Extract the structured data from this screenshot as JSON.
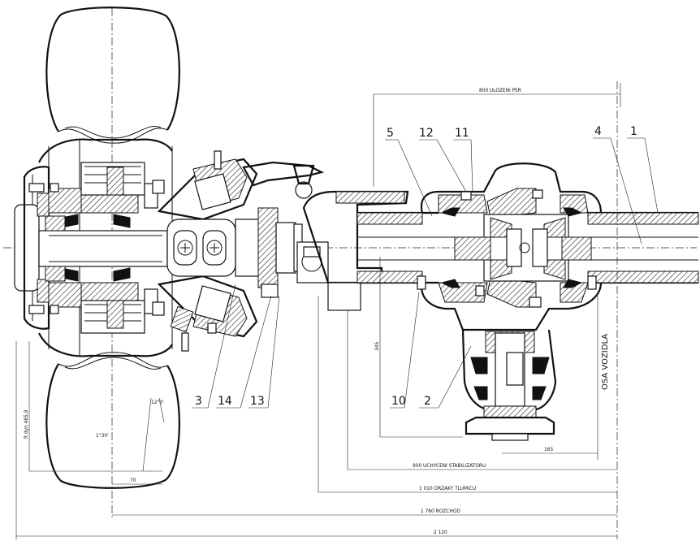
{
  "callouts": {
    "c1": "1",
    "c2": "2",
    "c3": "3",
    "c4": "4",
    "c5": "5",
    "c10": "10",
    "c11": "11",
    "c12": "12",
    "c13": "13",
    "c14": "14"
  },
  "dimensions": {
    "spring_mount": "800 ULOZENI PER",
    "stabilizer_mount": "900 UCHYCENI STABILIZATORU",
    "damper_brackets": "1 010 DRZAKY TLUMICU",
    "track": "1 760 ROZCHOD",
    "overall": "2 120",
    "vertical_345": "345",
    "dim_165": "165",
    "dim_70": "70",
    "r_dyn": "R dyn 465,9",
    "angle_12": "12°0'",
    "angle_1": "1°30'"
  },
  "labels": {
    "vehicle_axis": "OSA VOZIDLA"
  },
  "colors": {
    "ink": "#111111",
    "paper": "#ffffff"
  }
}
